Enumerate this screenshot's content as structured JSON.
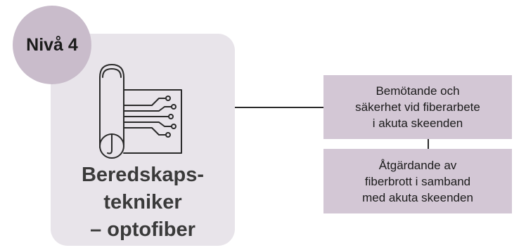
{
  "level_badge": "Nivå 4",
  "card_title_lines": [
    "Beredskaps-",
    "tekniker",
    "– optofiber"
  ],
  "card_icon": "fiber-circuit-scroll-icon",
  "steps": [
    {
      "lines": [
        "Bemötande och",
        "säkerhet vid fiberarbete",
        "i akuta skeenden"
      ]
    },
    {
      "lines": [
        "Åtgärdande av",
        "fiberbrott i samband",
        "med akuta skeenden"
      ]
    }
  ],
  "colors": {
    "card_background": "#e8e4ea",
    "badge_background": "#c9bccb",
    "step_background": "#d3c7d5",
    "connector": "#2a2a2a",
    "text": "#1b1b1b"
  }
}
